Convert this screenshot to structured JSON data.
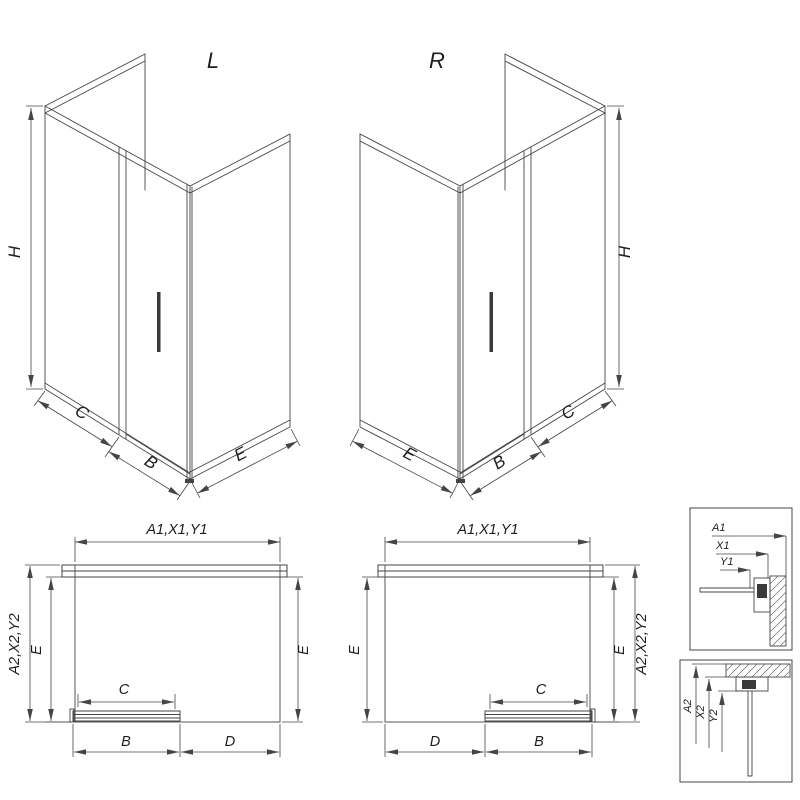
{
  "page": {
    "background": "#ffffff",
    "line_color": "#454545",
    "text_color": "#1e1e1e"
  },
  "iso_left": {
    "variant_label": "L",
    "dim_height": "H",
    "dim_fixed": "C",
    "dim_door": "B",
    "dim_side": "E"
  },
  "iso_right": {
    "variant_label": "R",
    "dim_height": "H",
    "dim_fixed": "C",
    "dim_door": "B",
    "dim_side": "E"
  },
  "plan_left": {
    "dim_width_top": "A1,X1,Y1",
    "dim_depth_outer": "A2,X2,Y2",
    "dim_depth_left": "E",
    "dim_depth_right": "E",
    "dim_entry": "C",
    "dim_bottom_left": "B",
    "dim_bottom_right": "D"
  },
  "plan_right": {
    "dim_width_top": "A1,X1,Y1",
    "dim_depth_outer": "A2,X2,Y2",
    "dim_depth_left": "E",
    "dim_depth_right": "E",
    "dim_entry": "C",
    "dim_bottom_left": "D",
    "dim_bottom_right": "B"
  },
  "detail_width": {
    "dims": [
      "A1",
      "X1",
      "Y1"
    ]
  },
  "detail_depth": {
    "dims": [
      "A2",
      "X2",
      "Y2"
    ]
  }
}
